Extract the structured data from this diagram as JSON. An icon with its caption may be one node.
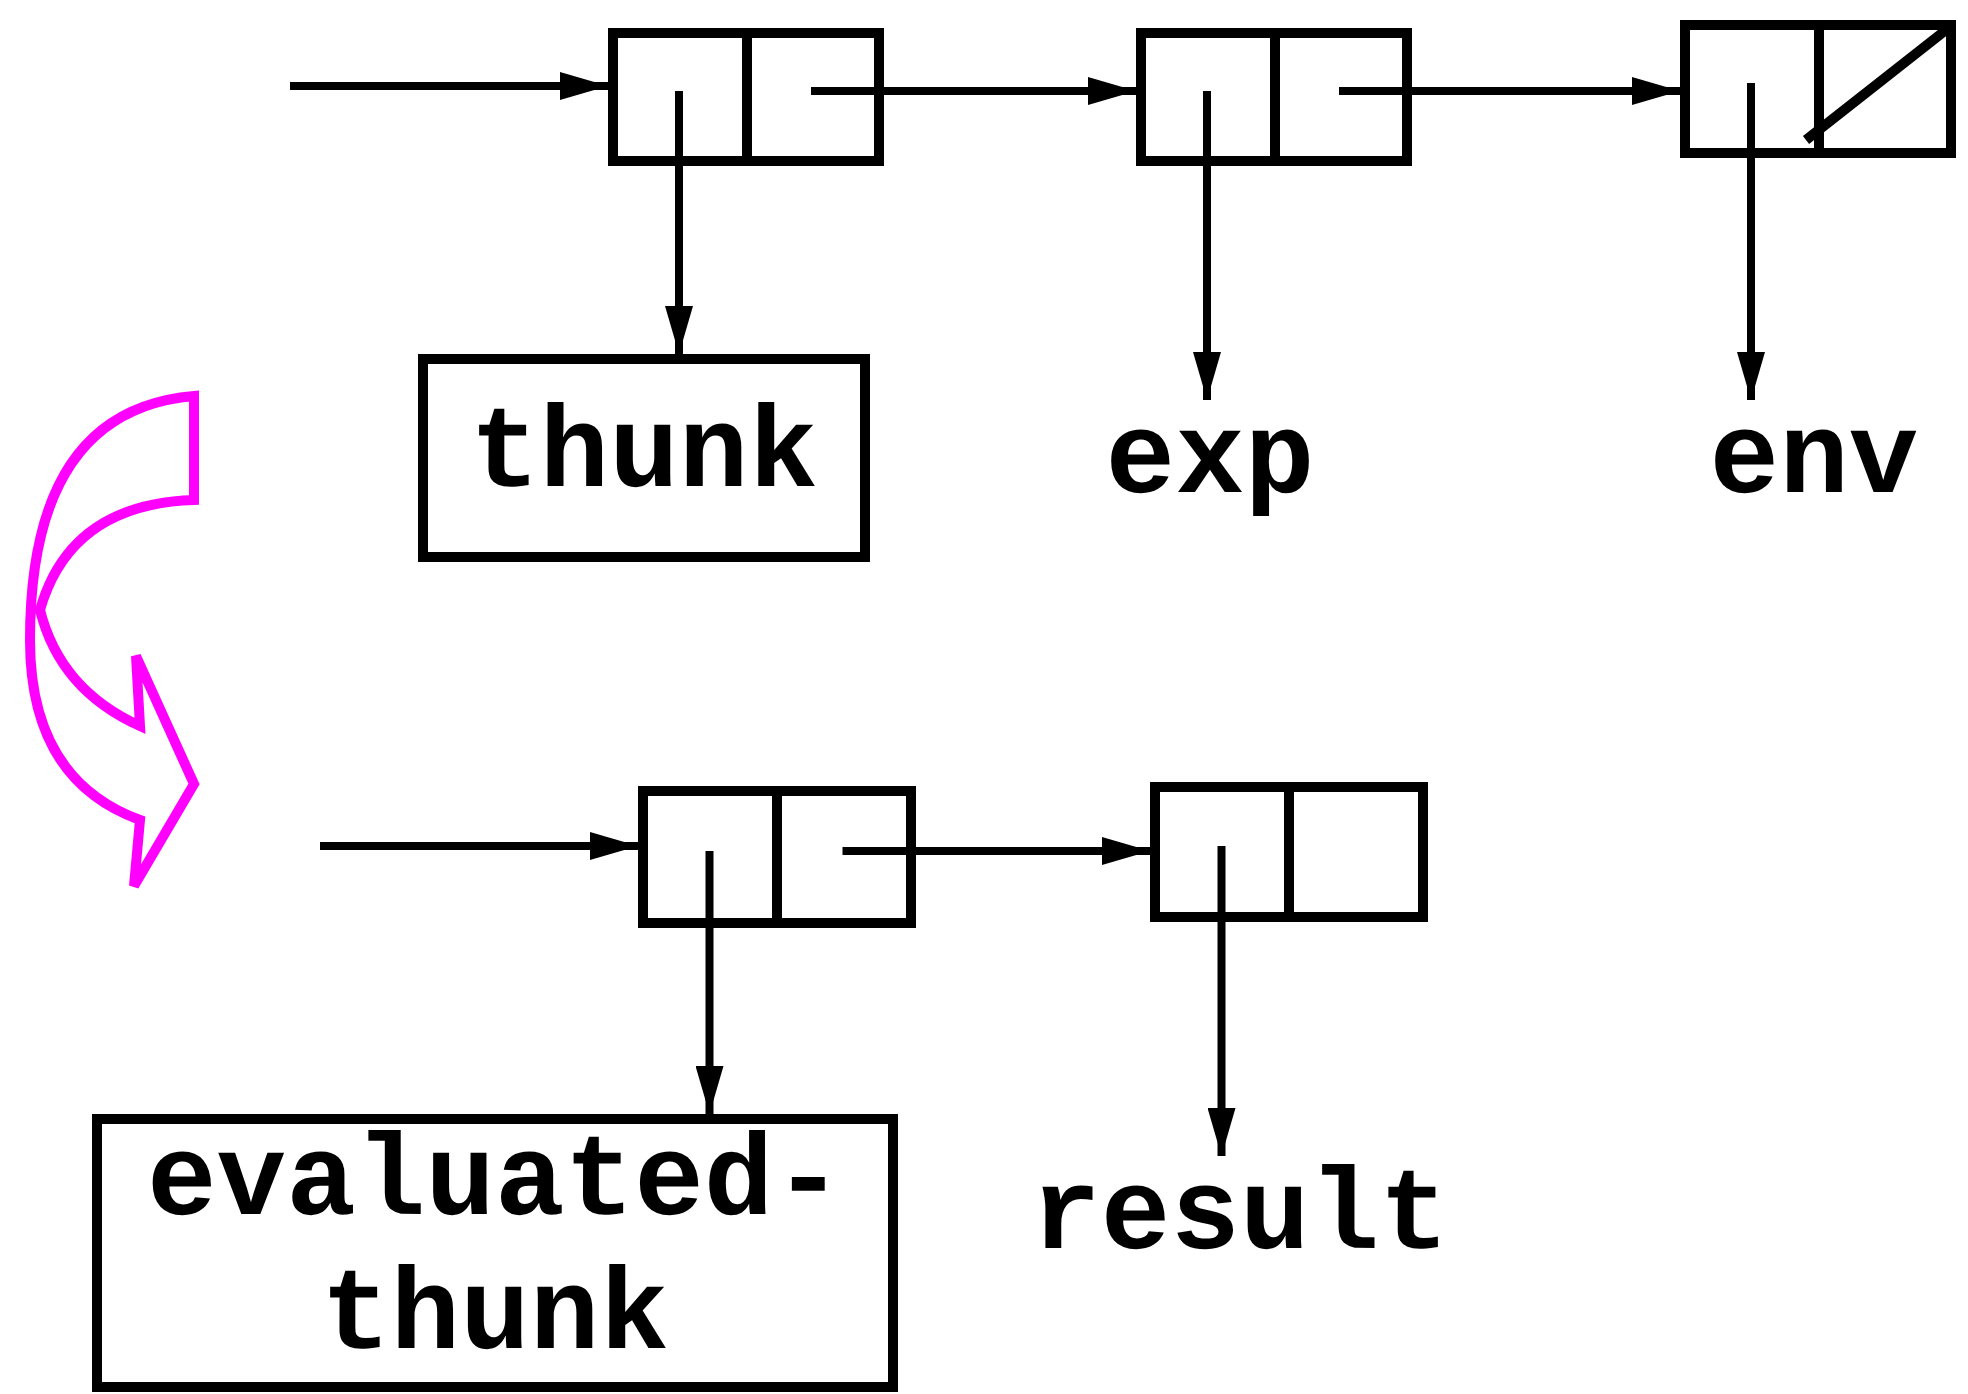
{
  "diagram": {
    "nodes": [
      {
        "text": [],
        "shape": "box"
      },
      {
        "text": [],
        "shape": "box"
      },
      {
        "text": [],
        "shape": "box"
      },
      {
        "text": [
          "thunk"
        ]
      },
      {
        "text": [
          "exp"
        ]
      },
      {
        "text": [
          "env"
        ]
      },
      {
        "text": [],
        "shape": "box"
      },
      {
        "text": [],
        "shape": "box"
      },
      {
        "text": [
          "evaluated-thunk"
        ]
      },
      {
        "text": [
          "result"
        ]
      }
    ],
    "edges": [
      {
        "from": null,
        "to": 0,
        "arrow": "to"
      },
      {
        "from": 0,
        "to": 1,
        "arrow": "to"
      },
      {
        "from": 1,
        "to": 2,
        "arrow": "to"
      },
      {
        "from": 0,
        "to": 3,
        "arrow": "to"
      },
      {
        "from": 1,
        "to": 4,
        "arrow": "to"
      },
      {
        "from": 2,
        "to": 5,
        "arrow": "to"
      },
      {
        "from": null,
        "to": 6,
        "arrow": "to"
      },
      {
        "from": 6,
        "to": 7,
        "arrow": "to"
      },
      {
        "from": 6,
        "to": 8,
        "arrow": "to"
      },
      {
        "from": 7,
        "to": 9,
        "arrow": "to"
      }
    ]
  }
}
